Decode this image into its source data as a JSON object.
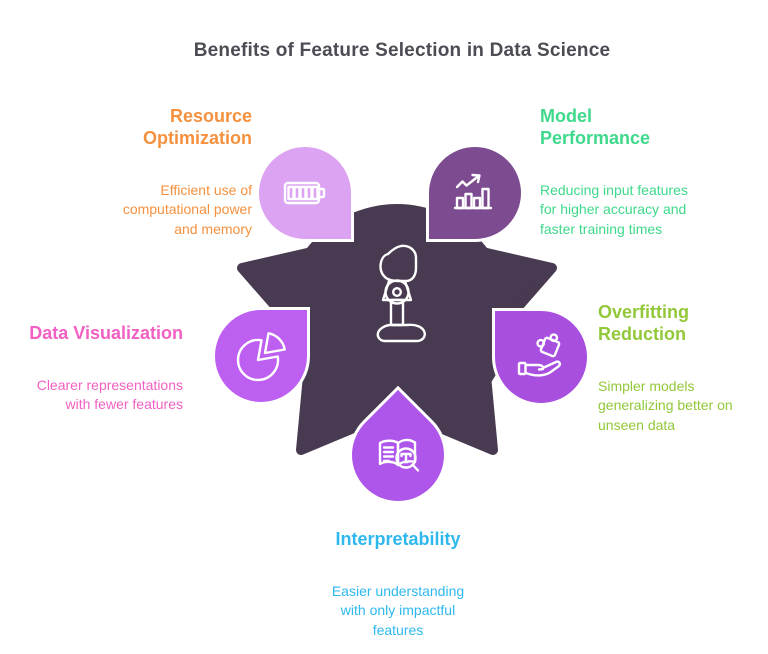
{
  "title": "Benefits of Feature Selection in Data Science",
  "center": {
    "icon": "prosthetic-leg-icon",
    "shape_color": "#483a50"
  },
  "benefits": [
    {
      "id": "resource-optimization",
      "heading": "Resource\nOptimization",
      "description": "Efficient use of\ncomputational power\nand memory",
      "text_color": "#f5913e",
      "bubble_color": "#dba3f2",
      "icon": "battery-icon",
      "position": "top-left"
    },
    {
      "id": "model-performance",
      "heading": "Model\nPerformance",
      "description": "Reducing input features\nfor higher accuracy and\nfaster training times",
      "text_color": "#3ed98b",
      "bubble_color": "#7c4b90",
      "icon": "bar-chart-icon",
      "position": "top-right"
    },
    {
      "id": "overfitting-reduction",
      "heading": "Overfitting\nReduction",
      "description": "Simpler models\ngeneralizing better on\nunseen data",
      "text_color": "#92c83a",
      "bubble_color": "#a94fe0",
      "icon": "puzzle-hand-icon",
      "position": "right"
    },
    {
      "id": "interpretability",
      "heading": "Interpretability",
      "description": "Easier understanding\nwith only impactful\nfeatures",
      "text_color": "#2eb8ee",
      "bubble_color": "#ae55ea",
      "icon": "book-magnifier-icon",
      "position": "bottom"
    },
    {
      "id": "data-visualization",
      "heading": "Data Visualization",
      "description": "Clearer representations\nwith fewer features",
      "text_color": "#f160c2",
      "bubble_color": "#bd5ff0",
      "icon": "pie-chart-icon",
      "position": "left"
    }
  ]
}
